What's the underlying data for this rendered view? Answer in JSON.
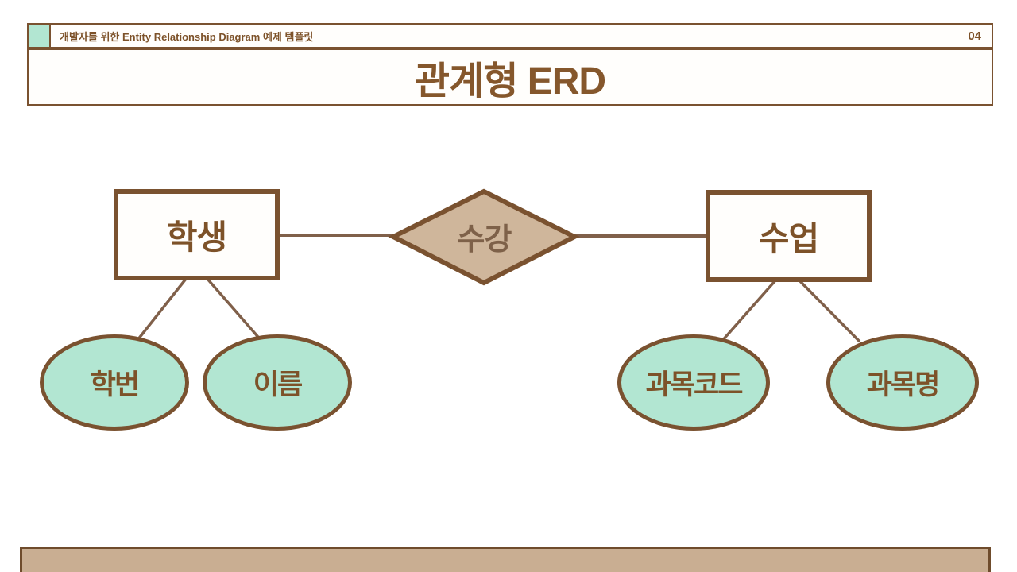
{
  "header": {
    "subtitle": "개발자를 위한 Entity Relationship Diagram 예제 템플릿",
    "page_number": "04"
  },
  "title": {
    "text": "관계형 ERD"
  },
  "diagram": {
    "entities": [
      {
        "id": "student",
        "label": "학생"
      },
      {
        "id": "class",
        "label": "수업"
      }
    ],
    "relationship": {
      "label": "수강"
    },
    "attributes": [
      {
        "id": "student-id",
        "label": "학번",
        "entity": "학생"
      },
      {
        "id": "student-name",
        "label": "이름",
        "entity": "학생"
      },
      {
        "id": "course-code",
        "label": "과목코드",
        "entity": "수업"
      },
      {
        "id": "course-name",
        "label": "과목명",
        "entity": "수업"
      }
    ]
  },
  "colors": {
    "brown": "#7a5230",
    "dark_brown": "#6f4c2c",
    "text_brown": "#7d5229",
    "title_text": "#85572c",
    "diamond_fill": "#cfb69b",
    "diamond_text": "#7e6149",
    "mint": "#b2e6d2",
    "bottom_bar": "#c9ae92",
    "connector": "#80604a"
  }
}
